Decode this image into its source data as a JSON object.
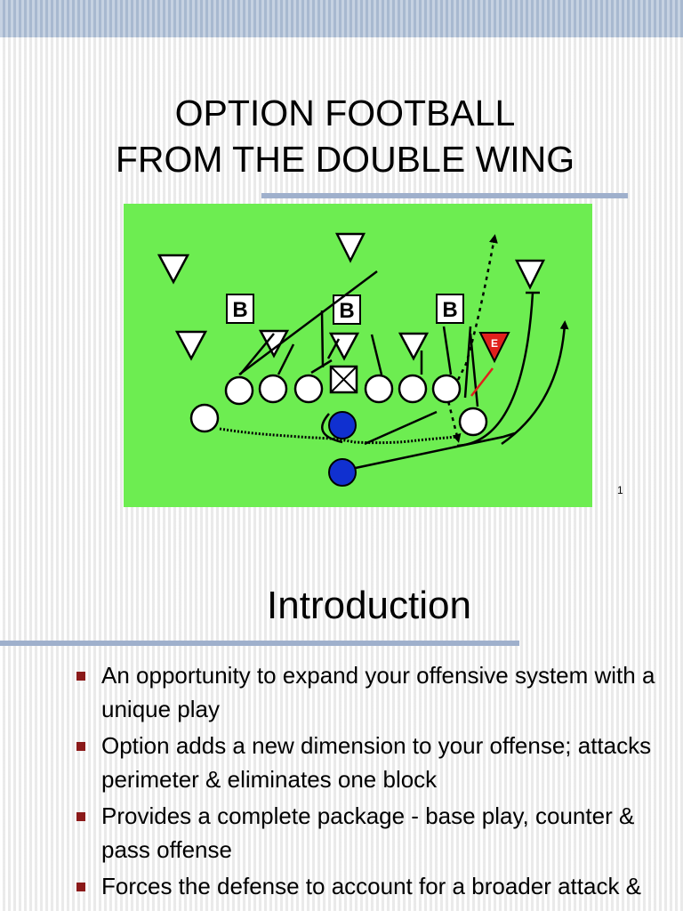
{
  "slide1": {
    "title_lines": [
      "OPTION FOOTBALL",
      "FROM THE DOUBLE WING"
    ],
    "slide_number": "1",
    "diagram": {
      "field_color": "#6ded51",
      "block_labels": [
        "B",
        "B",
        "B"
      ],
      "end_label": "E",
      "end_color": "#e0201c",
      "back_color": "#1030d0"
    }
  },
  "slide2": {
    "title": "Introduction",
    "bullets": [
      "An opportunity to expand your offensive system with a unique play",
      "Option adds a new dimension to your offense; attacks perimeter & eliminates one block",
      "Provides a complete package - base play, counter & pass offense",
      "Forces the defense to account for a broader attack & forces an improvement football"
    ],
    "bullet_color": "#8b1a1a",
    "accent_rule_color": "#9fb0cc"
  }
}
